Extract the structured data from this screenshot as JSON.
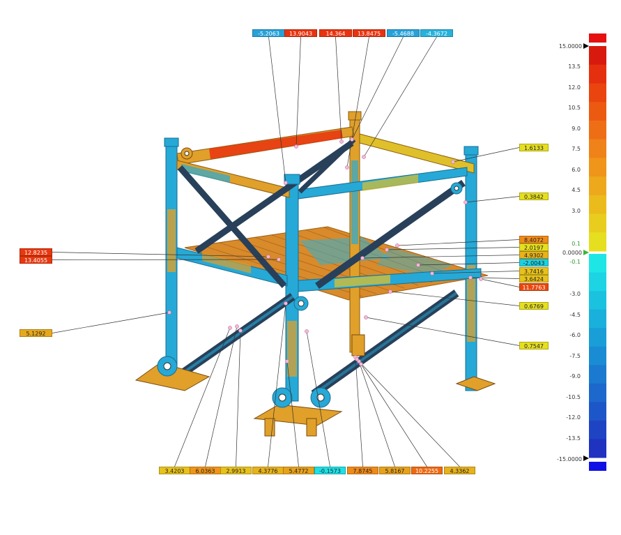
{
  "colors": {
    "red": "#e8330f",
    "orange": "#ef8a1a",
    "amber": "#e7a91c",
    "yellow": "#e6df1f",
    "cyan": "#1ec8dc",
    "blue_mid": "#1f92d8",
    "frame_blue": "#26a9d6",
    "frame_orange": "#e0a02a"
  },
  "labels_top": [
    {
      "text": "-5.2063",
      "color": "#27a2d9"
    },
    {
      "text": "13.9043",
      "color": "#e8330f"
    },
    {
      "text": "14.364",
      "color": "#e8330f"
    },
    {
      "text": "13.8475",
      "color": "#e8330f"
    },
    {
      "text": "-5.4688",
      "color": "#27a2d9"
    },
    {
      "text": "-4.3672",
      "color": "#27b2dc"
    }
  ],
  "labels_right": [
    {
      "text": "1.6133",
      "color": "#e6df1f"
    },
    {
      "text": "0.3842",
      "color": "#e6df1f"
    },
    {
      "text": "8.4072",
      "color": "#ef8a1a"
    },
    {
      "text": "2.0197",
      "color": "#e6df1f"
    },
    {
      "text": "4.9302",
      "color": "#e7b21c"
    },
    {
      "text": "-2.0043",
      "color": "#1ed0e0"
    },
    {
      "text": "3.7416",
      "color": "#e7c21c"
    },
    {
      "text": "3.6424",
      "color": "#e7c21c"
    },
    {
      "text": "11.7763",
      "color": "#e8480f"
    },
    {
      "text": "0.6769",
      "color": "#e6df1f"
    },
    {
      "text": "0.7547",
      "color": "#e6df1f"
    }
  ],
  "labels_left": [
    {
      "text": "12.8235",
      "color": "#e8380f"
    },
    {
      "text": "13.4055",
      "color": "#e8380f"
    },
    {
      "text": "5.1292",
      "color": "#e7a91c"
    }
  ],
  "labels_bottom": [
    {
      "text": "3.4203",
      "color": "#e7c21c"
    },
    {
      "text": "6.0363",
      "color": "#ef951a"
    },
    {
      "text": "2.9913",
      "color": "#e7c21c"
    },
    {
      "text": "4.3776",
      "color": "#e7b21c"
    },
    {
      "text": "5.4772",
      "color": "#e7a21c"
    },
    {
      "text": "-0.1573",
      "color": "#1ee0e6"
    },
    {
      "text": "7.8745",
      "color": "#ef8a1a"
    },
    {
      "text": "5.8167",
      "color": "#e7a21c"
    },
    {
      "text": "10.2255",
      "color": "#ec6a14"
    },
    {
      "text": "4.3362",
      "color": "#e7b21c"
    }
  ],
  "colorbar": {
    "max_label": "15.0000",
    "min_label": "-15.0000",
    "zero_label": "0.0000",
    "ticks_pos": [
      "13.5",
      "12.0",
      "10.5",
      "9.0",
      "7.5",
      "6.0",
      "4.5",
      "3.0"
    ],
    "tol_plus": "0.1",
    "tol_minus": "-0.1",
    "ticks_neg": [
      "-3.0",
      "-4.5",
      "-6.0",
      "-7.5",
      "-9.0",
      "-10.5",
      "-12.0",
      "-13.5"
    ],
    "colors_pos": [
      "#d81a0e",
      "#e5300f",
      "#ea440f",
      "#ec5a12",
      "#ee6e15",
      "#ef8218",
      "#ef951a",
      "#eda81c",
      "#ebbb1c",
      "#e9cd1e",
      "#e6df1f"
    ],
    "colors_neg": [
      "#1ee6e6",
      "#1cd4e4",
      "#1ac2e0",
      "#19b0dc",
      "#1a9ed8",
      "#1a8cd4",
      "#1b7ad0",
      "#1c68cc",
      "#1d56c8",
      "#1e44c4",
      "#1f32c0"
    ],
    "overflow_top": "#e51010",
    "overflow_bottom": "#1010e5"
  }
}
